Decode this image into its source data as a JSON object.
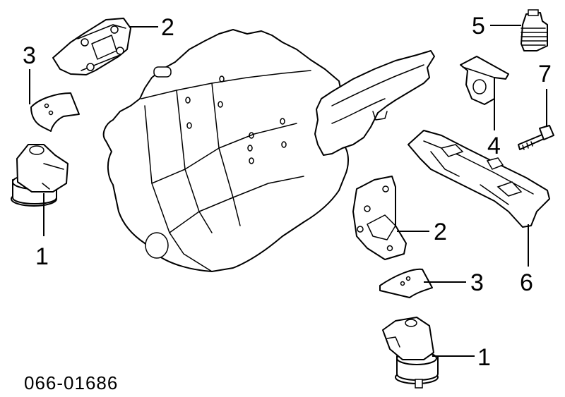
{
  "diagram": {
    "reference_code": "066-01686",
    "callouts": [
      {
        "id": "c-2-top",
        "label": "2"
      },
      {
        "id": "c-3-left",
        "label": "3"
      },
      {
        "id": "c-1-left",
        "label": "1"
      },
      {
        "id": "c-5",
        "label": "5"
      },
      {
        "id": "c-7",
        "label": "7"
      },
      {
        "id": "c-4",
        "label": "4"
      },
      {
        "id": "c-2-mid",
        "label": "2"
      },
      {
        "id": "c-6",
        "label": "6"
      },
      {
        "id": "c-3-mid",
        "label": "3"
      },
      {
        "id": "c-1-bottom",
        "label": "1"
      }
    ]
  }
}
